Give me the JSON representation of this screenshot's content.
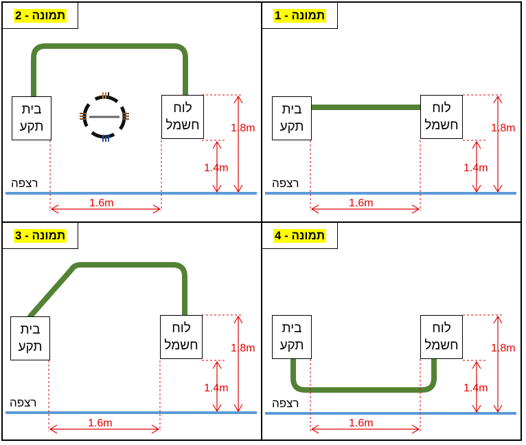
{
  "labels": {
    "panel_box": [
      "לוח",
      "חשמל"
    ],
    "socket_box": [
      "בית",
      "תקע"
    ],
    "floor": "רצפה",
    "dim_height_total": "1.8m",
    "dim_height_box": "1.4m",
    "dim_width": "1.6m"
  },
  "figures": {
    "fig1": "תמונה - 1",
    "fig2": "תמונה - 2",
    "fig3": "תמונה - 3",
    "fig4": "תמונה - 4"
  },
  "colors": {
    "cable": "#548235",
    "floor": "#5b9bd5",
    "dimension": "#e00000",
    "tag_highlight": "#ffff00"
  },
  "icons": {
    "fig2_logo": "circular-logo-icon"
  }
}
